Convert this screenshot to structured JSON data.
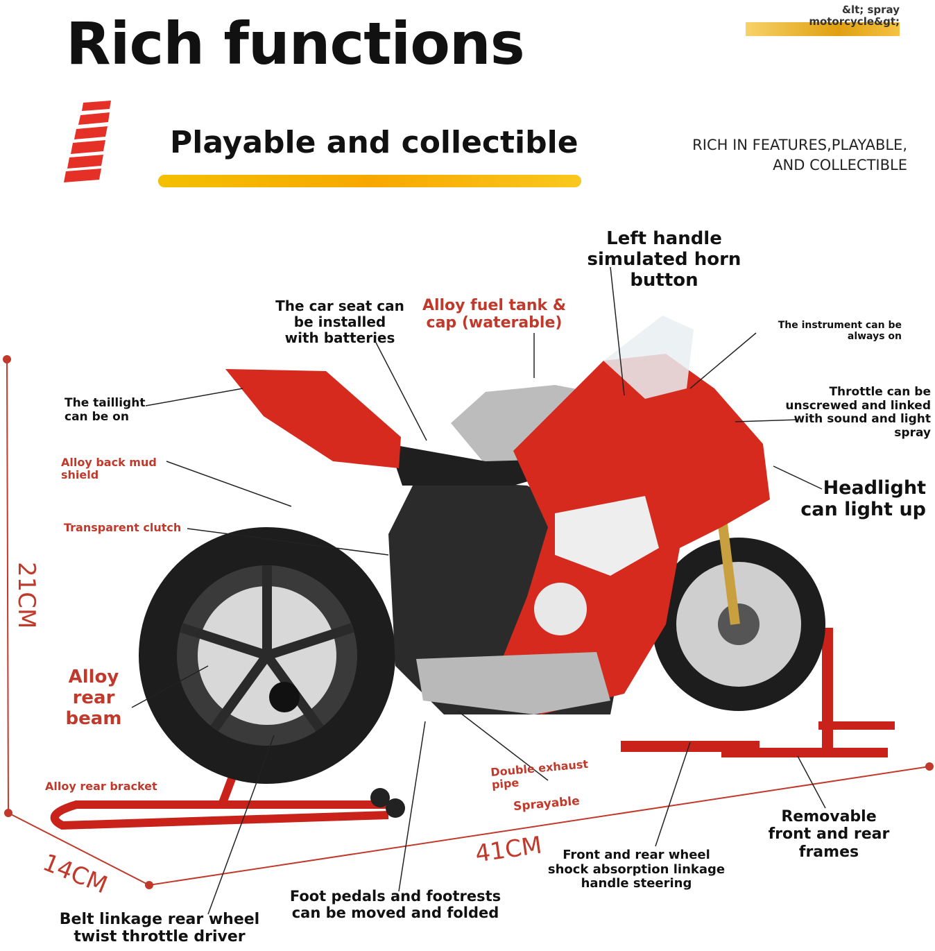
{
  "header": {
    "title": "Rich functions",
    "badge_line1": "&lt; spray",
    "badge_line2": "motorcycle&gt;"
  },
  "subheader": {
    "title": "Playable and collectible",
    "tagline_line1": "RICH IN FEATURES,PLAYABLE,",
    "tagline_line2": "AND COLLECTIBLE"
  },
  "callouts": {
    "left_handle": [
      "Left handle",
      "simulated horn",
      "button"
    ],
    "seat": [
      "The car seat can",
      "be installed",
      "with batteries"
    ],
    "fuel_tank": [
      "Alloy fuel tank &",
      "cap (waterable)"
    ],
    "instrument": [
      "The instrument can be",
      "always on"
    ],
    "taillight": [
      "The taillight",
      "can be on"
    ],
    "throttle": [
      "Throttle can be",
      "unscrewed and linked",
      "with sound and light",
      "spray"
    ],
    "mud_shield": [
      "Alloy back mud",
      "shield"
    ],
    "headlight": [
      "Headlight",
      "can light up"
    ],
    "clutch": "Transparent clutch",
    "rear_beam": [
      "Alloy",
      "rear",
      "beam"
    ],
    "rear_bracket": "Alloy rear bracket",
    "exhaust": [
      "Double exhaust",
      "pipe"
    ],
    "sprayable": "Sprayable",
    "frames": [
      "Removable",
      "front and rear",
      "frames"
    ],
    "shock": [
      "Front and rear wheel",
      "shock absorption linkage",
      "handle steering"
    ],
    "pedals": [
      "Foot pedals and footrests",
      "can be moved and folded"
    ],
    "belt": [
      "Belt linkage rear wheel",
      "twist throttle driver"
    ]
  },
  "dimensions": {
    "height": "21CM",
    "depth": "14CM",
    "length": "41CM"
  },
  "colors": {
    "accent_red": "#d62a1e",
    "yellow": "#f5b800",
    "callout_red": "#c0392b"
  }
}
